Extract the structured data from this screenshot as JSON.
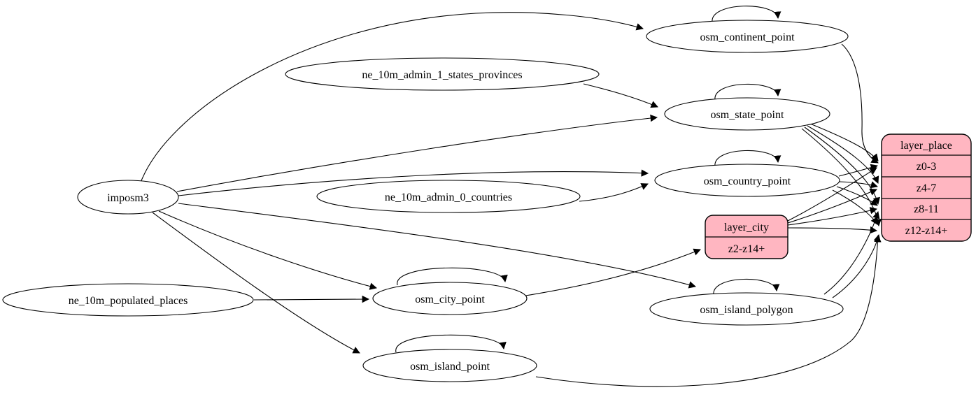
{
  "diagram": {
    "type": "graphviz-digraph",
    "background_color": "#ffffff",
    "node_fill_color": "#ffffff",
    "record_fill_color": "#ffb6c1",
    "edge_color": "#000000",
    "nodes": {
      "imposm3": "imposm3",
      "ne_10m_admin_1_states_provinces": "ne_10m_admin_1_states_provinces",
      "ne_10m_admin_0_countries": "ne_10m_admin_0_countries",
      "ne_10m_populated_places": "ne_10m_populated_places",
      "osm_continent_point": "osm_continent_point",
      "osm_state_point": "osm_state_point",
      "osm_country_point": "osm_country_point",
      "osm_city_point": "osm_city_point",
      "osm_island_polygon": "osm_island_polygon",
      "osm_island_point": "osm_island_point"
    },
    "records": {
      "layer_place": {
        "title": "layer_place",
        "rows": [
          "z0-3",
          "z4-7",
          "z8-11",
          "z12-z14+"
        ]
      },
      "layer_city": {
        "title": "layer_city",
        "rows": [
          "z2-z14+"
        ]
      }
    },
    "edges": [
      {
        "from": "imposm3",
        "to": "osm_continent_point"
      },
      {
        "from": "imposm3",
        "to": "osm_state_point"
      },
      {
        "from": "imposm3",
        "to": "osm_country_point"
      },
      {
        "from": "imposm3",
        "to": "osm_city_point"
      },
      {
        "from": "imposm3",
        "to": "osm_island_point"
      },
      {
        "from": "imposm3",
        "to": "osm_island_polygon"
      },
      {
        "from": "ne_10m_admin_1_states_provinces",
        "to": "osm_state_point"
      },
      {
        "from": "ne_10m_admin_0_countries",
        "to": "osm_country_point"
      },
      {
        "from": "ne_10m_populated_places",
        "to": "osm_city_point"
      },
      {
        "from": "osm_continent_point",
        "to": "osm_continent_point"
      },
      {
        "from": "osm_state_point",
        "to": "osm_state_point"
      },
      {
        "from": "osm_country_point",
        "to": "osm_country_point"
      },
      {
        "from": "osm_city_point",
        "to": "osm_city_point"
      },
      {
        "from": "osm_island_polygon",
        "to": "osm_island_polygon"
      },
      {
        "from": "osm_island_point",
        "to": "osm_island_point"
      },
      {
        "from": "osm_continent_point",
        "to": "layer_place:z0-3"
      },
      {
        "from": "osm_state_point",
        "to": "layer_place:z0-3"
      },
      {
        "from": "osm_state_point",
        "to": "layer_place:z4-7"
      },
      {
        "from": "osm_state_point",
        "to": "layer_place:z8-11"
      },
      {
        "from": "osm_state_point",
        "to": "layer_place:z12-z14+"
      },
      {
        "from": "osm_country_point",
        "to": "layer_place:z0-3"
      },
      {
        "from": "osm_country_point",
        "to": "layer_place:z4-7"
      },
      {
        "from": "osm_country_point",
        "to": "layer_place:z8-11"
      },
      {
        "from": "osm_country_point",
        "to": "layer_place:z12-z14+"
      },
      {
        "from": "osm_city_point",
        "to": "layer_city:z2-z14+"
      },
      {
        "from": "layer_city",
        "to": "layer_place:z0-3"
      },
      {
        "from": "layer_city",
        "to": "layer_place:z4-7"
      },
      {
        "from": "layer_city",
        "to": "layer_place:z8-11"
      },
      {
        "from": "layer_city",
        "to": "layer_place:z12-z14+"
      },
      {
        "from": "osm_island_polygon",
        "to": "layer_place:z8-11"
      },
      {
        "from": "osm_island_polygon",
        "to": "layer_place:z12-z14+"
      },
      {
        "from": "osm_island_point",
        "to": "layer_place:z12-z14+"
      }
    ]
  }
}
